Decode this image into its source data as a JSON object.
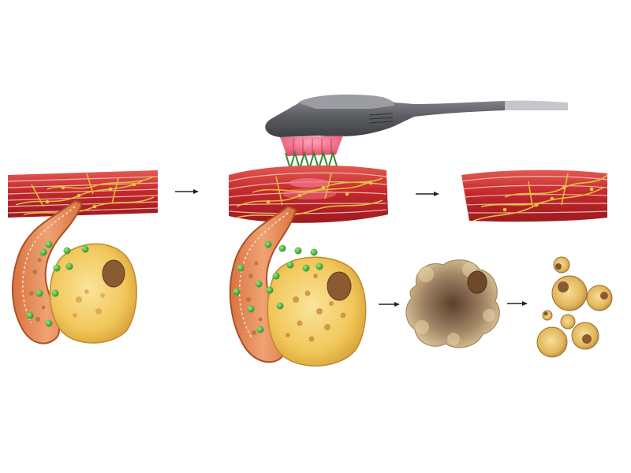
{
  "diagram": {
    "stages": [
      {
        "id": "before",
        "description": ""
      },
      {
        "id": "treatment",
        "description": ""
      },
      {
        "id": "after",
        "description": ""
      }
    ],
    "colors": {
      "muscle": "#c0262a",
      "muscle_light": "#e8605a",
      "nerve": "#e0c040",
      "vessel": "#e8935a",
      "vessel_outline": "#b55a2a",
      "fat_cell": "#f2c95e",
      "fat_cell_dark": "#8a6b42",
      "nucleus": "#8a5a32",
      "green_particle": "#3aa832",
      "device_body": "#5b5d62",
      "device_light": "#e84a6a",
      "coil": "#2e8b2e",
      "arrow": "#222222"
    },
    "icons": [
      "arrow-right-icon",
      "ems-device-icon"
    ]
  }
}
